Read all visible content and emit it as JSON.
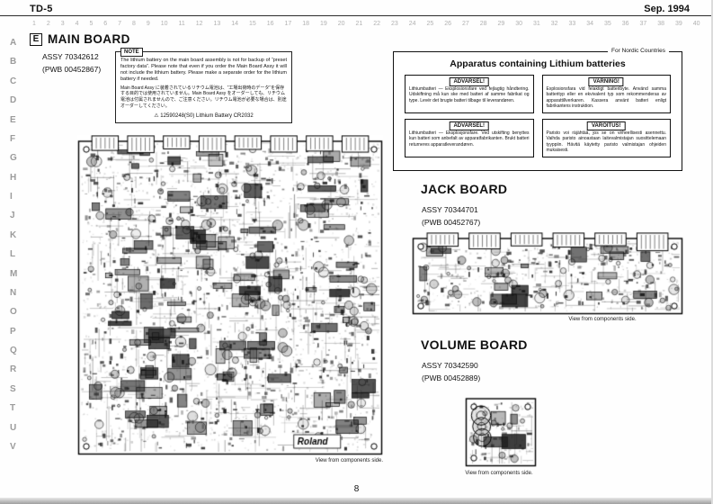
{
  "page": {
    "model": "TD-5",
    "date": "Sep. 1994",
    "page_number": "8"
  },
  "ruler": {
    "columns": [
      "1",
      "2",
      "3",
      "4",
      "5",
      "6",
      "7",
      "8",
      "9",
      "10",
      "11",
      "12",
      "13",
      "14",
      "15",
      "16",
      "17",
      "18",
      "19",
      "20",
      "21",
      "22",
      "23",
      "24",
      "25",
      "26",
      "27",
      "28",
      "29",
      "30",
      "31",
      "32",
      "33",
      "34",
      "35",
      "36",
      "37",
      "38",
      "39",
      "40"
    ],
    "rows": [
      "A",
      "B",
      "C",
      "D",
      "E",
      "F",
      "G",
      "H",
      "I",
      "J",
      "K",
      "L",
      "M",
      "N",
      "O",
      "P",
      "Q",
      "R",
      "S",
      "T",
      "U",
      "V"
    ]
  },
  "main_board": {
    "section_letter": "E",
    "title": "MAIN BOARD",
    "assy": "ASSY 70342612",
    "pwb": "(PWB 00452867)",
    "note_label": "NOTE",
    "note_en": "The lithium battery on the main board assembly is not for backup of “preset factory data”. Please note that even if you order the Main Board Assy it will not include the lithium battery. Please make a separate order for the lithium battery if needed.",
    "note_jp": "Main Board Assy に装着されているリチウム電池は、“工場出荷時のデータ”を保存する目的では使用されていません。Main Board Assy をオーダーしても、リチウム電池は付属されませんので、ご注意ください。リチウム電池が必要な場合は、別途オーダーしてください。",
    "note_battery": "⚠ 12590248(S0)  Lithium Battery  CR2032",
    "pcb_logo": "Roland",
    "view_caption": "View from components side."
  },
  "nordic": {
    "corner_label": "For Nordic Countries",
    "title": "Apparatus containing Lithium batteries",
    "warnings": [
      {
        "heading": "ADVARSEL!",
        "body": "Lithiumbatteri — Eksplosionsfare ved fejlagtig håndtering. Udskiftning må kun ske med batteri af samme fabrikat og type. Levér det brugte batteri tilbage til leverandøren."
      },
      {
        "heading": "VARNING!",
        "body": "Explosionsfara vid felaktigt batteribyte. Använd samma batterityp eller en ekvivalent typ som rekommenderas av apparattillverkaren. Kassera använt batteri enligt fabrikantens instruktion."
      },
      {
        "heading": "ADVARSEL!",
        "body": "Lithiumbatteri — Eksplosjonsfare. Ved utskifting benyttes kun batteri som anbefalt av apparatfabrikanten. Brukt batteri returneres apparatleverandøren."
      },
      {
        "heading": "VAROITUS!",
        "body": "Paristo voi räjähtää, jos se on virheellisesti asennettu. Vaihda paristo ainoastaan laitevalmistajan suosittelemaan tyyppiin. Hävitä käytetty paristo valmistajan ohjeiden mukaisesti."
      }
    ]
  },
  "jack_board": {
    "title": "JACK BOARD",
    "assy": "ASSY 70344701",
    "pwb": "(PWB 00452767)",
    "view_caption": "View from components side."
  },
  "volume_board": {
    "title": "VOLUME BOARD",
    "assy": "ASSY 70342590",
    "pwb": "(PWB 00452889)",
    "view_caption": "View from components side."
  }
}
